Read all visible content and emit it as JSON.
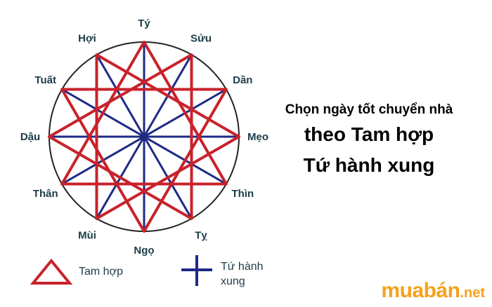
{
  "diagram": {
    "branches": [
      "Tý",
      "Sửu",
      "Dần",
      "Mẹo",
      "Thìn",
      "Tỵ",
      "Ngọ",
      "Mùi",
      "Thân",
      "Dậu",
      "Tuất",
      "Hợi"
    ],
    "tam_hop_groups": [
      [
        "Tý",
        "Thìn",
        "Thân"
      ],
      [
        "Sửu",
        "Tỵ",
        "Dậu"
      ],
      [
        "Dần",
        "Ngọ",
        "Tuất"
      ],
      [
        "Mẹo",
        "Mùi",
        "Hợi"
      ]
    ],
    "tu_hanh_xung_groups": [
      [
        "Tý",
        "Mẹo",
        "Ngọ",
        "Dậu"
      ],
      [
        "Sửu",
        "Thìn",
        "Mùi",
        "Tuất"
      ],
      [
        "Dần",
        "Tỵ",
        "Thân",
        "Hợi"
      ]
    ],
    "colors": {
      "tam_hop": "#c8222b",
      "tu_hanh_xung": "#1f2a85",
      "circle": "#222222",
      "label": "#1a3c47"
    }
  },
  "legend": {
    "tam_hop": "Tam hợp",
    "tu_hanh_xung_line1": "Tứ hành",
    "tu_hanh_xung_line2": "xung"
  },
  "title": {
    "line1": "Chọn ngày tốt chuyển nhà",
    "line2": "theo Tam hợp",
    "line3": "Tứ hành xung"
  },
  "logo": {
    "brand": "muabán",
    "tld": ".net",
    "color": "#f5a11c"
  }
}
